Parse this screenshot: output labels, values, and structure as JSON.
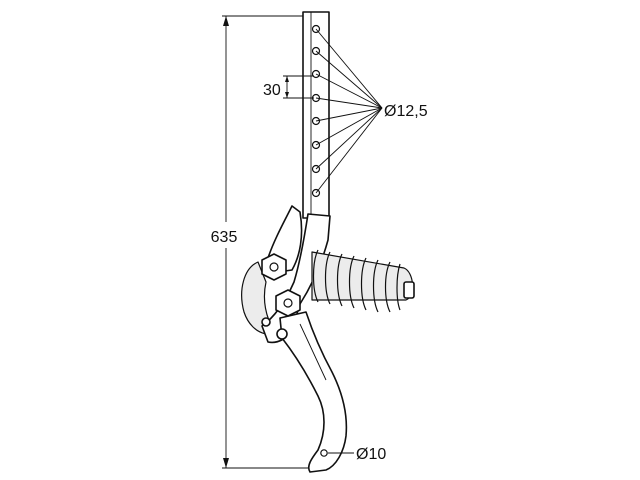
{
  "drawing": {
    "dimensions": {
      "overall_length": "635",
      "hole_spacing": "30",
      "hole_diameter": "Ø12,5",
      "tip_hole_diameter": "Ø10"
    }
  }
}
